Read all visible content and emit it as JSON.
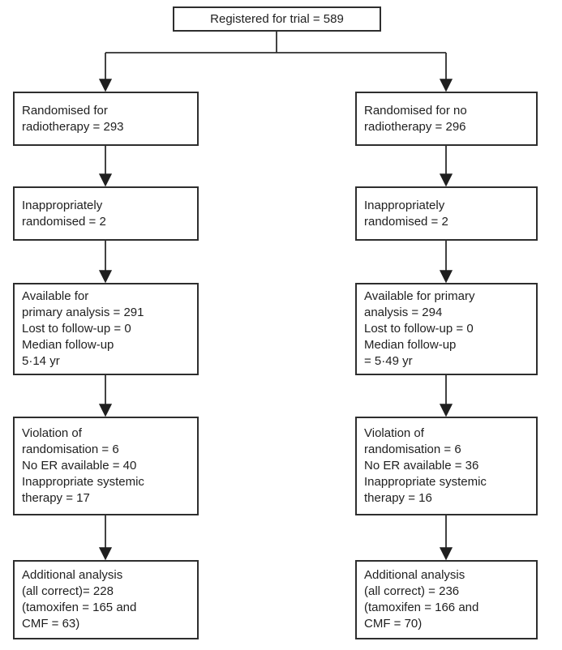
{
  "diagram": {
    "top_box": {
      "text": "Registered for trial = 589"
    },
    "columns": {
      "left": [
        {
          "lines": [
            "Randomised for",
            "radiotherapy = 293"
          ]
        },
        {
          "lines": [
            "Inappropriately",
            "randomised = 2"
          ]
        },
        {
          "lines": [
            "Available for",
            "primary analysis = 291",
            "Lost to follow-up = 0",
            "Median follow-up",
            "5·14 yr"
          ]
        },
        {
          "lines": [
            "Violation of",
            "randomisation = 6",
            "No ER available = 40",
            "Inappropriate systemic",
            "therapy = 17"
          ]
        },
        {
          "lines": [
            "Additional analysis",
            "(all correct)= 228",
            "(tamoxifen = 165 and",
            "CMF = 63)"
          ]
        }
      ],
      "right": [
        {
          "lines": [
            "Randomised for no",
            "radiotherapy = 296"
          ]
        },
        {
          "lines": [
            "Inappropriately",
            "randomised = 2"
          ]
        },
        {
          "lines": [
            "Available for primary",
            "analysis = 294",
            "Lost to follow-up = 0",
            "Median follow-up",
            "= 5·49 yr"
          ]
        },
        {
          "lines": [
            "Violation of",
            "randomisation = 6",
            "No ER available = 36",
            "Inappropriate systemic",
            "therapy = 16"
          ]
        },
        {
          "lines": [
            "Additional analysis",
            "(all correct) = 236",
            "(tamoxifen = 166 and",
            "CMF = 70)"
          ]
        }
      ]
    },
    "colors": {
      "background": "#ffffff",
      "box_border": "#2e2e2e",
      "text": "#1f1f1f",
      "connector_line": "#2e2e2e"
    }
  }
}
